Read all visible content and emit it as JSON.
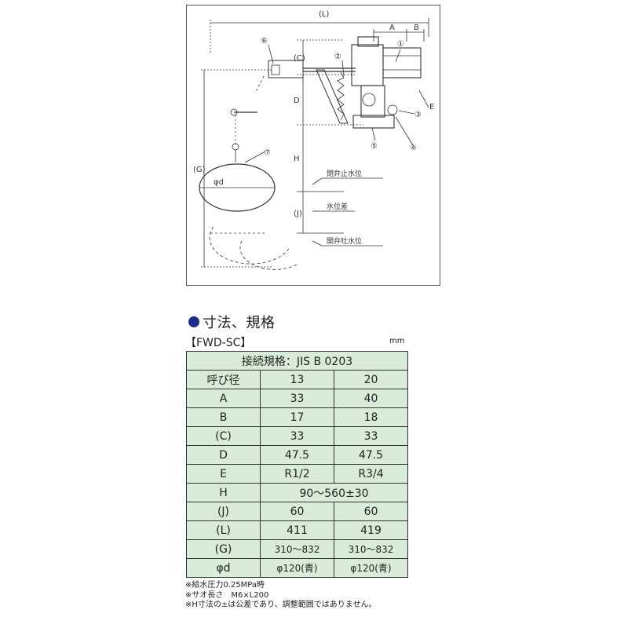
{
  "drawing": {
    "dim_L": "(L)",
    "dim_A": "A",
    "dim_B": "B",
    "dim_C": "(C)",
    "dim_D": "D",
    "dim_E": "E",
    "dim_G": "(G)",
    "dim_H": "H",
    "dim_J": "(J)",
    "dim_d": "φd",
    "callouts": [
      "①",
      "②",
      "③",
      "④",
      "⑤",
      "⑥",
      "⑦"
    ],
    "label_close_level": "閉弁止水位",
    "label_level_diff": "水位差",
    "label_open_level": "開弁吐水位"
  },
  "heading": "寸法、規格",
  "model": "【FWD-SC】",
  "unit": "mm",
  "table": {
    "header": "接続規格：JIS B 0203",
    "rows": [
      {
        "label": "呼び径",
        "v1": "13",
        "v2": "20"
      },
      {
        "label": "A",
        "v1": "33",
        "v2": "40"
      },
      {
        "label": "B",
        "v1": "17",
        "v2": "18"
      },
      {
        "label": "(C)",
        "v1": "33",
        "v2": "33"
      },
      {
        "label": "D",
        "v1": "47.5",
        "v2": "47.5"
      },
      {
        "label": "E",
        "v1": "R1/2",
        "v2": "R3/4"
      },
      {
        "label": "H",
        "merged": "90～560±30"
      },
      {
        "label": "(J)",
        "v1": "60",
        "v2": "60"
      },
      {
        "label": "(L)",
        "v1": "411",
        "v2": "419"
      },
      {
        "label": "(G)",
        "v1": "310～832",
        "v2": "310～832"
      },
      {
        "label": "φd",
        "v1": "φ120(青)",
        "v2": "φ120(青)"
      }
    ]
  },
  "notes": [
    "※給水圧力0.25MPa時",
    "※サオ長さ　M6×L200",
    "※H寸法の±は公差であり、調整範囲ではありません。"
  ]
}
